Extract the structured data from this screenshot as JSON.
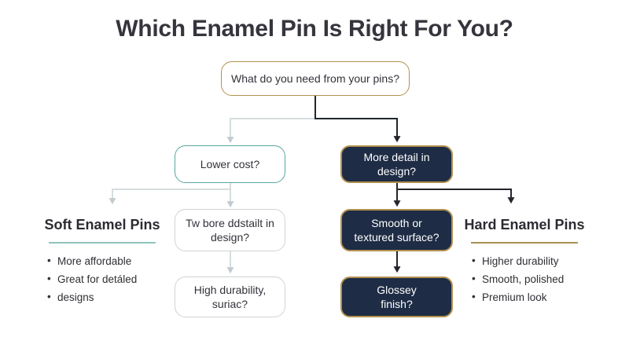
{
  "title": "Which Enamel Pin Is Right For You?",
  "flow": {
    "root_question": "What do you need from your pins?",
    "lower_cost": "Lower cost?",
    "more_detail": "More detail in design?",
    "detail_in_design": "Tw bore ddstailt in design?",
    "high_durability": "High durability, suriac?",
    "smooth_textured": "Smooth or textured surface?",
    "glossy_finish": "Glossey finish?"
  },
  "soft": {
    "heading": "Soft Enamel Pins",
    "bullets": [
      "More affordable",
      "Great for detáled",
      "designs"
    ]
  },
  "hard": {
    "heading": "Hard Enamel Pins",
    "bullets": [
      "Higher durability",
      "Smooth, polished",
      "Premium look"
    ]
  },
  "colors": {
    "navy": "#1e2c45",
    "gold": "#b2914f",
    "teal": "#58a79e",
    "gray_box_border": "#ced4d7",
    "dark_line": "#24262c",
    "gray_line": "#c9d2d4",
    "teal_divider": "#8fc4bc",
    "gold_divider": "#a6914e"
  }
}
